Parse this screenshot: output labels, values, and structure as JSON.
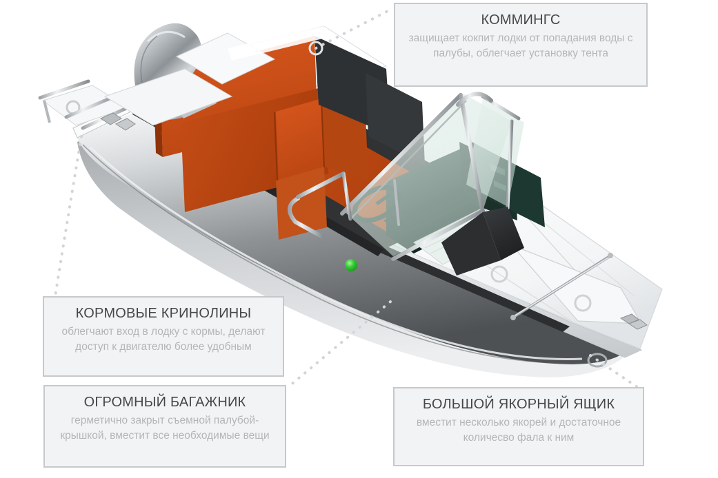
{
  "page": {
    "title": "Инфографика катера",
    "background_color": "#ffffff"
  },
  "illustration": {
    "name": "Катер — вид сверху-сбоку в 3/4",
    "colors": {
      "hull_light": "#f4f5f6",
      "hull_mid": "#b9bcbf",
      "hull_dark": "#5f6366",
      "deck_white": "#fafbfb",
      "upholstery_orange": "#cd521b",
      "upholstery_orange_dark": "#a8420f",
      "seat_green": "#1d3731",
      "seat_green_dark": "#132520",
      "metal": "#c3c6c9",
      "glass": "#dce9e3",
      "trim_black": "#2b2d2f",
      "nav_light_green": "#31c631"
    },
    "parts": [
      "outboard-motor",
      "stern-platforms",
      "orange-bench-seats",
      "green-pilot-seats",
      "steering-wheel",
      "windshield",
      "bow-deck",
      "anchor-locker-hatch",
      "bow-eye",
      "navigation-light"
    ]
  },
  "callouts": [
    {
      "id": "cockpit-coaming",
      "title": "КОММИНГС",
      "body": "защищает кокпит лодки от попадания воды с палубы, облегчает установку тента"
    },
    {
      "id": "stern-platforms",
      "title": "КОРМОВЫЕ КРИНОЛИНЫ",
      "body": "облегчают вход в лодку с кормы, делают доступ к двигателю более удобным"
    },
    {
      "id": "storage-locker",
      "title": "ОГРОМНЫЙ БАГАЖНИК",
      "body": "герметично закрыт съемной палубой-крышкой, вместит все необходимые вещи"
    },
    {
      "id": "anchor-locker",
      "title": "БОЛЬШОЙ ЯКОРНЫЙ ЯЩИК",
      "body": "вместит несколько якорей и достаточное количесво фала к ним"
    }
  ],
  "style": {
    "callout_border_color": "#c6c9cb",
    "callout_fill_color": "#f2f3f4",
    "callout_title_color": "#454749",
    "callout_body_color": "#b3b6b9",
    "leader_dot_color": "#d2d5d8"
  }
}
